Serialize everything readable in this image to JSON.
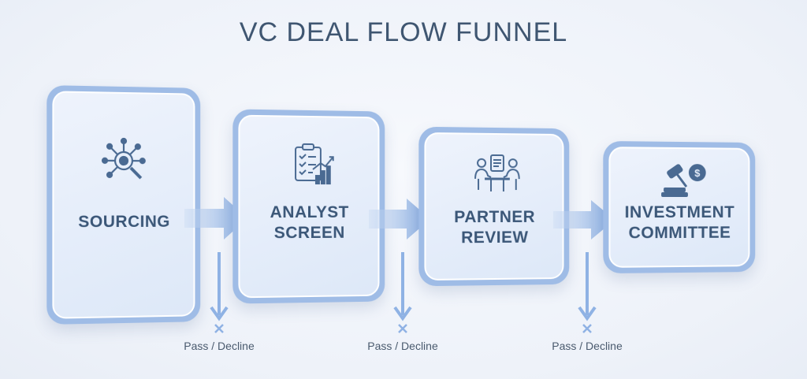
{
  "title": "VC DEAL FLOW FUNNEL",
  "stages": [
    {
      "label_lines": [
        "SOURCING"
      ],
      "icon": "network-search-icon"
    },
    {
      "label_lines": [
        "ANALYST",
        "SCREEN"
      ],
      "icon": "checklist-chart-icon"
    },
    {
      "label_lines": [
        "PARTNER",
        "REVIEW"
      ],
      "icon": "meeting-icon"
    },
    {
      "label_lines": [
        "INVESTMENT",
        "COMMITTEE"
      ],
      "icon": "gavel-dollar-icon"
    }
  ],
  "drop_labels": [
    "Pass / Decline",
    "Pass / Decline",
    "Pass / Decline"
  ],
  "colors": {
    "frame": "#9fbce6",
    "panel": "#e4ecf9",
    "text": "#3b5778",
    "arrow": "#8fb2e4",
    "icon": "#4a6a92"
  }
}
